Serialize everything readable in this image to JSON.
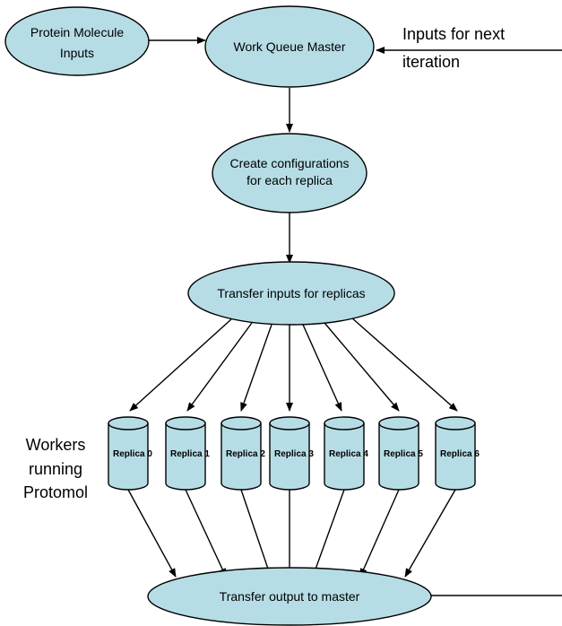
{
  "nodes": {
    "protein_inputs": [
      "Protein Molecule",
      "Inputs"
    ],
    "work_queue_master": [
      "Work Queue Master"
    ],
    "create_configurations": [
      "Create configurations",
      "for each replica"
    ],
    "transfer_inputs": [
      "Transfer inputs for replicas"
    ],
    "transfer_output": [
      "Transfer output to master"
    ]
  },
  "replicas": [
    "Replica 0",
    "Replica 1",
    "Replica 2",
    "Replica 3",
    "Replica 4",
    "Replica 5",
    "Replica 6"
  ],
  "labels": {
    "next_iteration": [
      "Inputs for next",
      "iteration"
    ],
    "workers": [
      "Workers",
      "running",
      "Protomol"
    ]
  },
  "colors": {
    "node_fill": "#b6dde6",
    "stroke": "#000000"
  }
}
